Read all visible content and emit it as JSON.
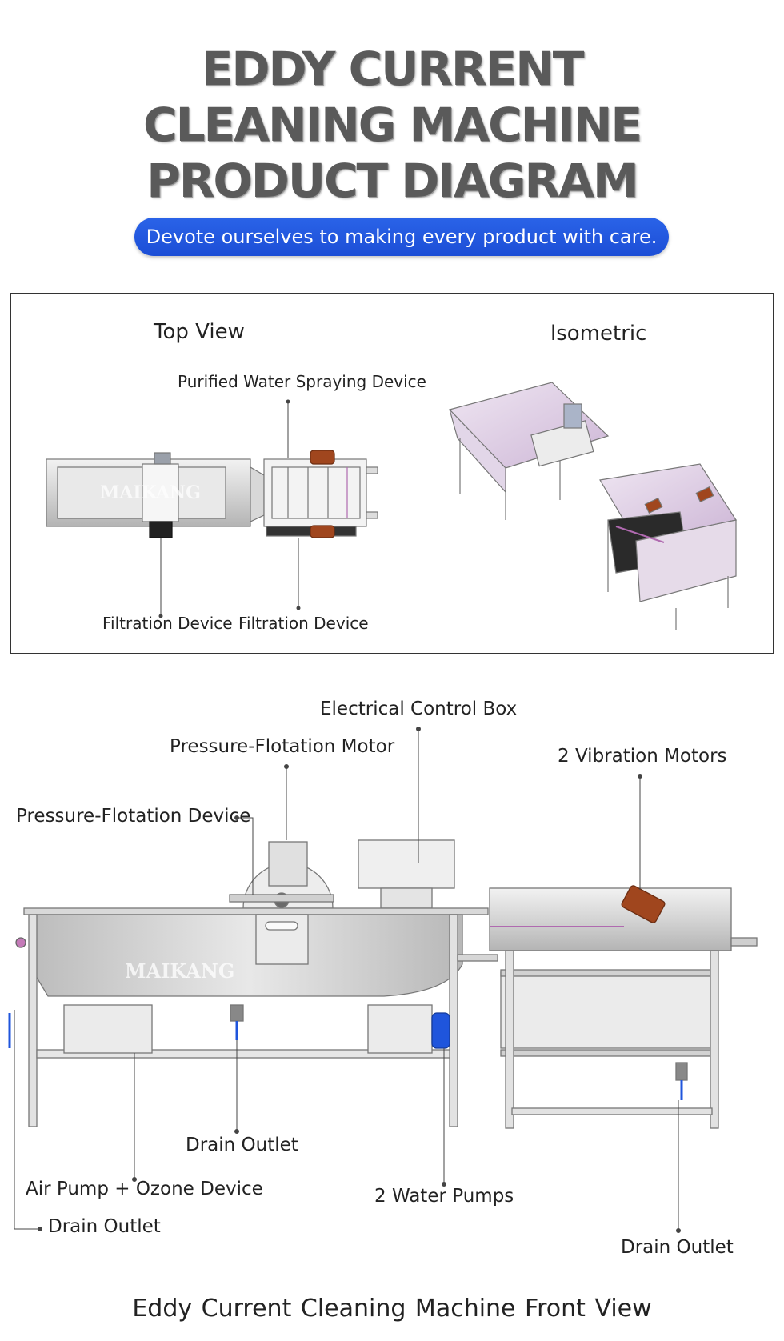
{
  "header": {
    "title_line1": "EDDY CURRENT",
    "title_line2": "CLEANING MACHINE",
    "title_line3": "PRODUCT DIAGRAM",
    "slogan": "Devote ourselves to making every product with care."
  },
  "top_panel": {
    "top_view_title": "Top View",
    "isometric_title": "lsometric",
    "label_spraying": "Purified Water Spraying Device",
    "label_filtration_1": "Filtration Device",
    "label_filtration_2": "Filtration Device",
    "watermark": "MAIKANG"
  },
  "front_view": {
    "label_control_box": "Electrical Control Box",
    "label_flotation_motor": "Pressure-Flotation Motor",
    "label_vibration_motors": "2 Vibration Motors",
    "label_flotation_device": "Pressure-Flotation Device",
    "label_drain_outlet_center": "Drain Outlet",
    "label_air_pump": "Air Pump + Ozone Device",
    "label_water_pumps": "2 Water Pumps",
    "label_drain_outlet_left": "Drain Outlet",
    "label_drain_outlet_right": "Drain Outlet",
    "watermark": "MAIKANG",
    "caption": "Eddy Current Cleaning Machine  Front View"
  },
  "colors": {
    "accent_blue": "#1f55dc",
    "motor_brown": "#a0461e",
    "steel_gray": "#c9c9c9",
    "purple_accent": "#b06ab0"
  }
}
